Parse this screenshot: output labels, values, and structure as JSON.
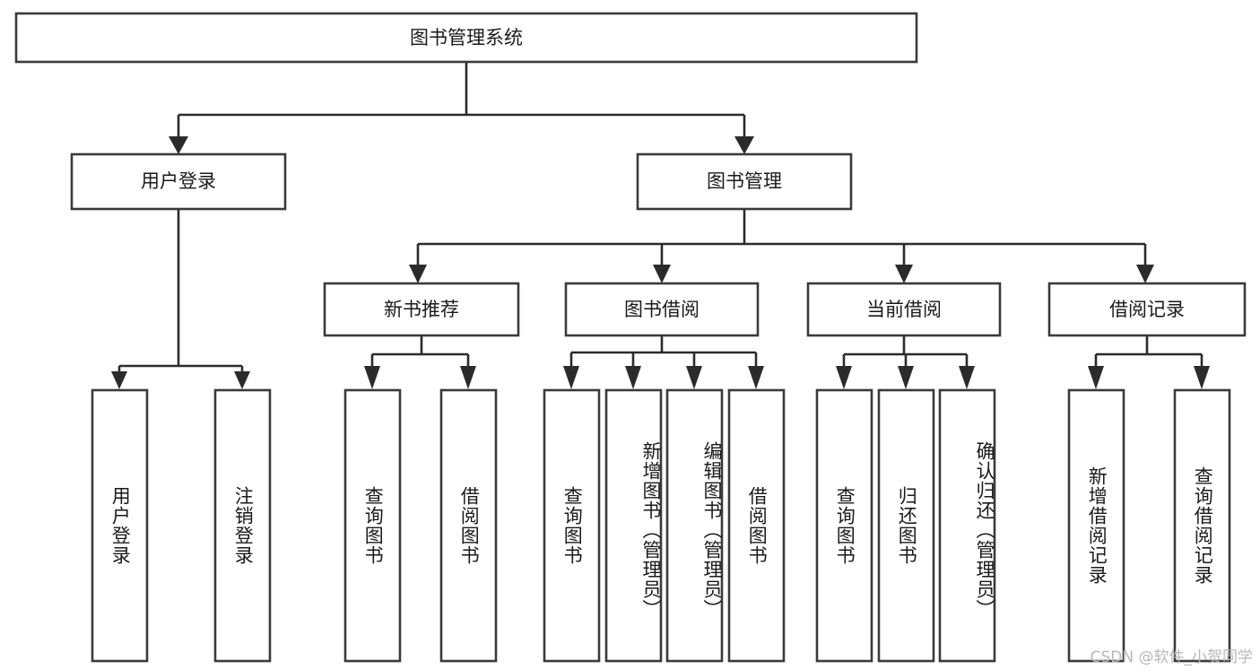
{
  "diagram": {
    "type": "tree",
    "title": "图书管理系统",
    "watermark": "CSDN @软件_小贺同学",
    "root": {
      "id": "root",
      "label": "图书管理系统",
      "orientation": "horizontal"
    },
    "level2": [
      {
        "id": "user-login",
        "label": "用户登录",
        "orientation": "horizontal"
      },
      {
        "id": "book-management",
        "label": "图书管理",
        "orientation": "horizontal"
      }
    ],
    "level3": [
      {
        "id": "new-book-recommend",
        "label": "新书推荐",
        "parent": "book-management",
        "orientation": "horizontal"
      },
      {
        "id": "book-borrow",
        "label": "图书借阅",
        "parent": "book-management",
        "orientation": "horizontal"
      },
      {
        "id": "current-borrow",
        "label": "当前借阅",
        "parent": "book-management",
        "orientation": "horizontal"
      },
      {
        "id": "borrow-record",
        "label": "借阅记录",
        "parent": "book-management",
        "orientation": "horizontal"
      }
    ],
    "leaves": [
      {
        "id": "leaf-user-login",
        "label": "用户登录",
        "parent": "user-login",
        "orientation": "vertical"
      },
      {
        "id": "leaf-logout",
        "label": "注销登录",
        "parent": "user-login",
        "orientation": "vertical"
      },
      {
        "id": "leaf-query-book-1",
        "label": "查询图书",
        "parent": "new-book-recommend",
        "orientation": "vertical"
      },
      {
        "id": "leaf-borrow-book-1",
        "label": "借阅图书",
        "parent": "new-book-recommend",
        "orientation": "vertical"
      },
      {
        "id": "leaf-query-book-2",
        "label": "查询图书",
        "parent": "book-borrow",
        "orientation": "vertical"
      },
      {
        "id": "leaf-add-book",
        "label": "新增图书（管理员）",
        "parent": "book-borrow",
        "orientation": "vertical"
      },
      {
        "id": "leaf-edit-book",
        "label": "编辑图书（管理员）",
        "parent": "book-borrow",
        "orientation": "vertical"
      },
      {
        "id": "leaf-borrow-book-2",
        "label": "借阅图书",
        "parent": "book-borrow",
        "orientation": "vertical"
      },
      {
        "id": "leaf-query-book-3",
        "label": "查询图书",
        "parent": "current-borrow",
        "orientation": "vertical"
      },
      {
        "id": "leaf-return-book",
        "label": "归还图书",
        "parent": "current-borrow",
        "orientation": "vertical"
      },
      {
        "id": "leaf-confirm-return",
        "label": "确认归还（管理员）",
        "parent": "current-borrow",
        "orientation": "vertical"
      },
      {
        "id": "leaf-add-record",
        "label": "新增借阅记录",
        "parent": "borrow-record",
        "orientation": "vertical"
      },
      {
        "id": "leaf-query-record",
        "label": "查询借阅记录",
        "parent": "borrow-record",
        "orientation": "vertical"
      }
    ],
    "colors": {
      "box_stroke": "#3a3a3a",
      "box_fill": "#ffffff",
      "connector": "#2b2b2b",
      "text": "#1a1a1a",
      "watermark": "#b8b8b8",
      "background": "#ffffff"
    }
  }
}
